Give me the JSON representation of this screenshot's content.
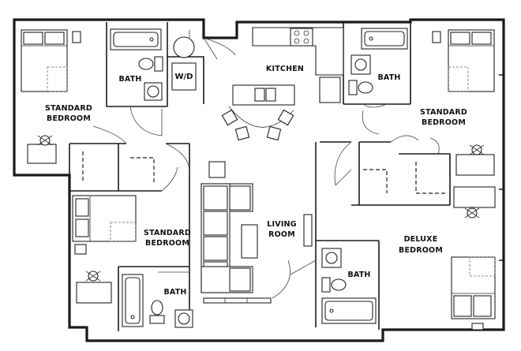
{
  "rooms": {
    "kitchen": "KITCHEN",
    "bath_top_left": "BATH",
    "washer_dryer": "W/D",
    "bath_top_right": "BATH",
    "standard_bedroom_left_1": "STANDARD",
    "standard_bedroom_left_2": "BEDROOM",
    "standard_bedroom_right_1": "STANDARD",
    "standard_bedroom_right_2": "BEDROOM",
    "standard_bedroom_mid_1": "STANDARD",
    "standard_bedroom_mid_2": "BEDROOM",
    "living_room_1": "LIVING",
    "living_room_2": "ROOM",
    "deluxe_bedroom_1": "DELUXE",
    "deluxe_bedroom_2": "BEDROOM",
    "bath_bottom_mid": "BATH",
    "bath_bottom_right": "BATH"
  }
}
